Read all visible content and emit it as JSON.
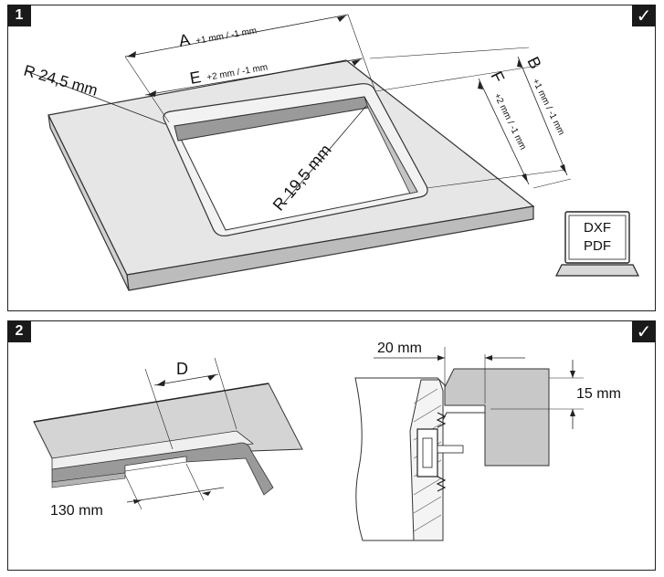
{
  "panel1": {
    "number": "1",
    "check": "✓",
    "dimensions": {
      "a_letter": "A",
      "a_tolerance": "+1 mm / -1 mm",
      "e_letter": "E",
      "e_tolerance": "+2 mm / -1 mm",
      "b_letter": "B",
      "b_tolerance": "+1 mm / -1 mm",
      "f_letter": "F",
      "f_tolerance": "+2 mm / -1 mm",
      "outer_radius": "R 24,5 mm",
      "inner_radius": "R 19,5 mm"
    },
    "laptop": {
      "line1": "DXF",
      "line2": "PDF"
    }
  },
  "panel2": {
    "number": "2",
    "check": "✓",
    "d_letter": "D",
    "length_130": "130 mm",
    "gap_20": "20 mm",
    "thickness_15": "15 mm"
  },
  "colors": {
    "worktop": "#e6e6e6",
    "worktop_side": "#bdbdbd",
    "edge": "#a8a8a8",
    "ink": "#1a1a1a"
  }
}
